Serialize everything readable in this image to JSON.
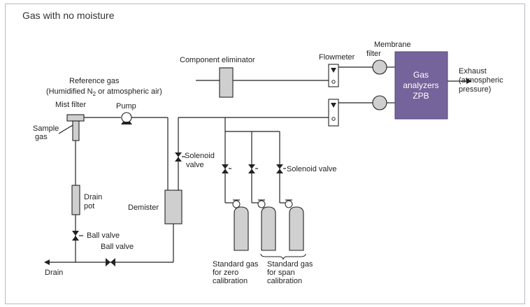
{
  "title": "Gas with no moisture",
  "colors": {
    "analyzer": "#75649b",
    "analyzer_border": "#4f4477",
    "component": "#cfcfcf",
    "frame": "#b9b9c9"
  },
  "labels": {
    "component_eliminator": "Component eliminator",
    "flowmeter": "Flowmeter",
    "membrane_line1": "Membrane",
    "membrane_line2": "filter",
    "reference_gas": "Reference gas",
    "reference_note_pre": "(Humidified N",
    "reference_note_sub": "2",
    "reference_note_post": " or atmospheric air)",
    "mist_filter": "Mist filter",
    "pump": "Pump",
    "sample_line1": "Sample",
    "sample_line2": "gas",
    "solenoid_line1": "Solenoid",
    "solenoid_line2": "valve",
    "solenoid_valve": "Solenoid valve",
    "drain_pot_line1": "Drain",
    "drain_pot_line2": "pot",
    "demister": "Demister",
    "ball_valve_upper": "Ball valve",
    "ball_valve_lower": "Ball valve",
    "drain": "Drain",
    "analyzer_line1": "Gas",
    "analyzer_line2": "analyzers",
    "analyzer_line3": "ZPB",
    "exhaust_line1": "Exhaust",
    "exhaust_line2": "(atmospheric",
    "exhaust_line3": "pressure)",
    "zero_line1": "Standard gas",
    "zero_line2": "for zero",
    "zero_line3": "calibration",
    "span_line1": "Standard gas",
    "span_line2": "for span",
    "span_line3": "calibration"
  }
}
